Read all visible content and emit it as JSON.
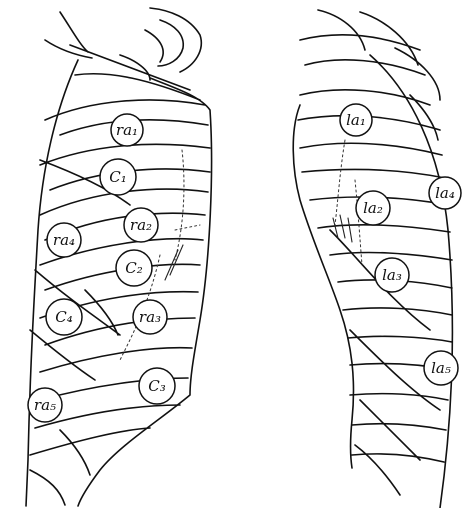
{
  "markers": {
    "ra1": "ra₁",
    "c1": "C₁",
    "ra2": "ra₂",
    "ra4": "ra₄",
    "c2": "C₂",
    "c4": "C₄",
    "ra3": "ra₃",
    "c3": "C₃",
    "ra5": "ra₅",
    "la1": "la₁",
    "la2": "la₂",
    "la4": "la₄",
    "la3": "la₃",
    "la5": "la₅"
  }
}
